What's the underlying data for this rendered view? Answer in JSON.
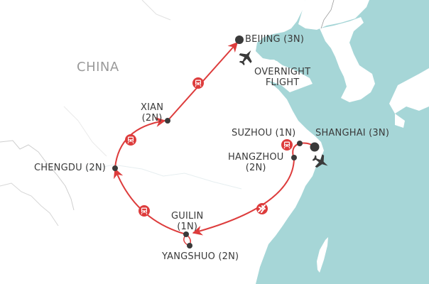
{
  "map": {
    "title": "China tour route map",
    "colors": {
      "sea": "#a6d6d7",
      "land": "#ffffff",
      "route": "#dd3c3c",
      "stop": "#3a3a3a",
      "label": "#3a3a3a",
      "country_label": "#9a9a9a"
    },
    "country_label": "CHINA",
    "stops": [
      {
        "id": "beijing",
        "name": "BEIJING",
        "nights": "(3N)",
        "label": "BEIJING (3N)"
      },
      {
        "id": "xian",
        "name": "XIAN",
        "nights": "(2N)"
      },
      {
        "id": "chengdu",
        "name": "CHENGDU",
        "nights": "(2N)",
        "label": "CHENGDU (2N)"
      },
      {
        "id": "guilin",
        "name": "GUILIN",
        "nights": "(1N)"
      },
      {
        "id": "yangshuo",
        "name": "YANGSHUO",
        "nights": "(2N)",
        "label": "YANGSHUO (2N)"
      },
      {
        "id": "hangzhou",
        "name": "HANGZHOU",
        "nights": "(2N)"
      },
      {
        "id": "suzhou",
        "name": "SUZHOU",
        "nights": "(1N)",
        "label": "SUZHOU (1N)"
      },
      {
        "id": "shanghai",
        "name": "SHANGHAI",
        "nights": "(3N)",
        "label": "SHANGHAI (3N)"
      }
    ],
    "annotations": {
      "overnight_flight_line1": "OVERNIGHT",
      "overnight_flight_line2": "FLIGHT"
    },
    "transport_icons": [
      {
        "segment": "xian-beijing",
        "type": "train-icon"
      },
      {
        "segment": "chengdu-xian",
        "type": "train-icon"
      },
      {
        "segment": "guilin-chengdu",
        "type": "train-icon"
      },
      {
        "segment": "hangzhou-guilin",
        "type": "flight-icon"
      },
      {
        "segment": "suzhou-hangzhou",
        "type": "train-icon"
      }
    ],
    "external_flights": [
      {
        "location": "beijing",
        "type": "plane-icon"
      },
      {
        "location": "shanghai",
        "type": "plane-icon"
      }
    ]
  }
}
